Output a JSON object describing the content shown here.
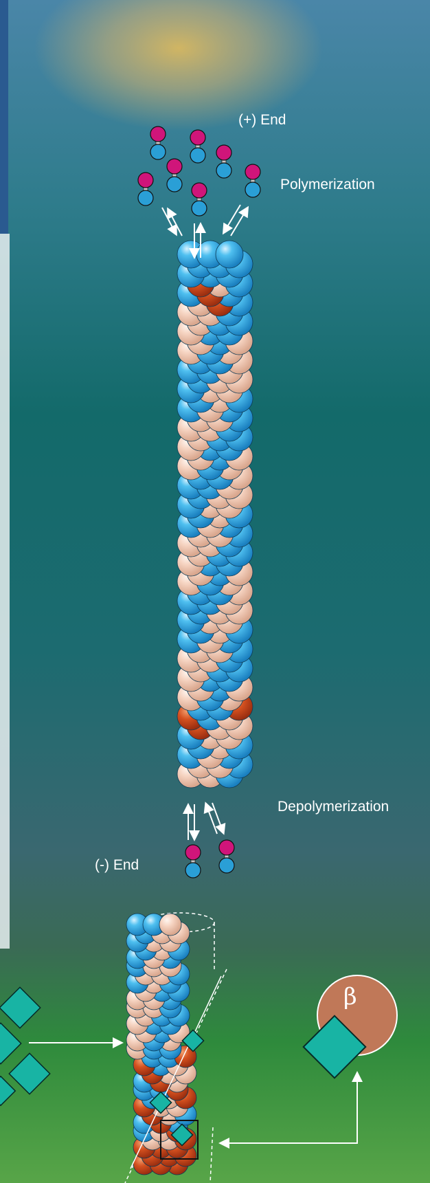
{
  "labels": {
    "plus_end": "(+) End",
    "polymerization": "Polymerization",
    "depolymerization": "Depolymerization",
    "minus_end": "(-) End",
    "beta": "β"
  },
  "colors": {
    "alpha_tubulin": "#2a9fd6",
    "beta_tubulin": "#f0c4b0",
    "gtp_cap": "#c8461f",
    "free_dimer_top": "#cc1177",
    "drug_diamond": "#18b4a4",
    "beta_circle": "#c07858",
    "background_top": "#2a6f8a",
    "background_mid": "#1f6e72",
    "background_bottom": "#4a9a3a"
  },
  "icons": [
    "free-tubulin-dimer-icon",
    "bidirectional-arrow-icon",
    "drug-diamond-icon",
    "beta-subunit-icon"
  ]
}
